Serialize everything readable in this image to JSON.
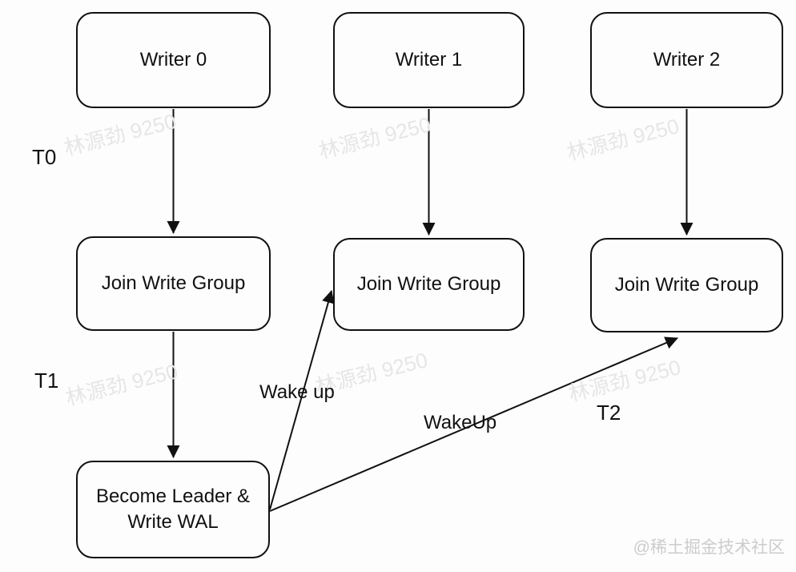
{
  "diagram": {
    "nodes": {
      "writer0": "Writer 0",
      "writer1": "Writer 1",
      "writer2": "Writer 2",
      "join0": "Join Write Group",
      "join1": "Join Write Group",
      "join2": "Join Write Group",
      "leader": "Become Leader &\nWrite WAL"
    },
    "timeline_labels": {
      "t0": "T0",
      "t1": "T1",
      "t2": "T2"
    },
    "edge_labels": {
      "wake_up": "Wake up",
      "wakeup": "WakeUp"
    }
  },
  "watermark": {
    "text": "林源劲 9250",
    "color": "#e6e6e6"
  },
  "attribution": {
    "text": "@稀土掘金技术社区",
    "color": "#cccccc"
  },
  "colors": {
    "background": "#fdfdfd",
    "node_border": "#111111",
    "node_fill": "#fdfdfd",
    "arrow": "#111111",
    "text": "#111111"
  }
}
